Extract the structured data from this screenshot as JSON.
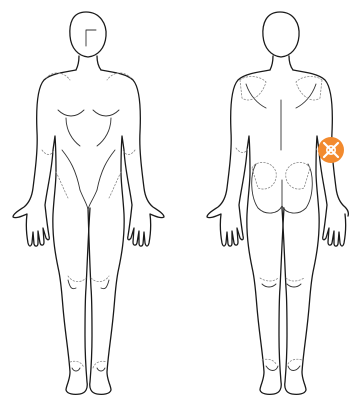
{
  "figures": [
    {
      "view": "anterior",
      "icon": "front-body-outline"
    },
    {
      "view": "posterior",
      "icon": "back-body-outline"
    }
  ],
  "pain_marker": {
    "icon": "x-marker-icon",
    "color": "#f28a2e",
    "glyph_color": "#ffffff"
  }
}
